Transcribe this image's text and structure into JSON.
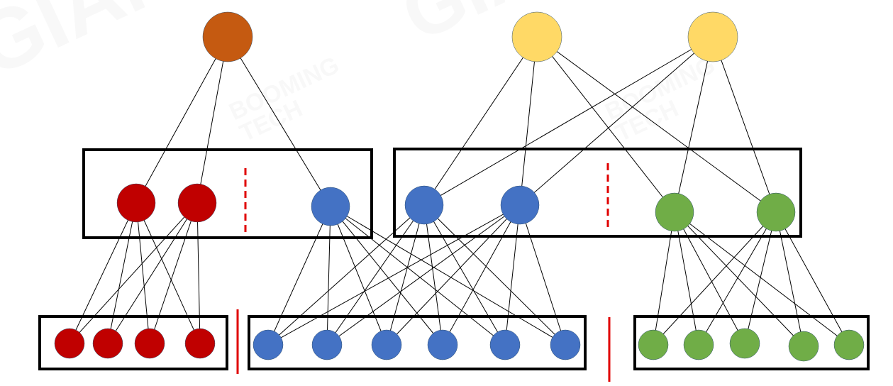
{
  "watermark": {
    "brand": "GIANT",
    "line1": "BOOMING",
    "line2": "TECH"
  },
  "colors": {
    "orange": "#C55A11",
    "yellow": "#FFD966",
    "red": "#C00000",
    "blue": "#4472C4",
    "green": "#70AD47",
    "edge": "#000000",
    "divider": "#E00000",
    "box": "#000000"
  },
  "diagram": {
    "type": "multi-level network / tree diagram",
    "levels": [
      {
        "level": "top",
        "nodes": [
          "orange-root",
          "yellow-root-1",
          "yellow-root-2"
        ]
      },
      {
        "level": "middle",
        "groups": [
          {
            "nodes": [
              "red-mid-1",
              "red-mid-2",
              "blue-mid-1"
            ]
          },
          {
            "nodes": [
              "blue-mid-2",
              "blue-mid-3",
              "green-mid-1",
              "green-mid-2"
            ]
          }
        ]
      },
      {
        "level": "bottom",
        "groups": [
          {
            "nodes": [
              "red-leaf-1",
              "red-leaf-2",
              "red-leaf-3",
              "red-leaf-4"
            ]
          },
          {
            "nodes": [
              "blue-leaf-1",
              "blue-leaf-2",
              "blue-leaf-3",
              "blue-leaf-4",
              "blue-leaf-5",
              "blue-leaf-6"
            ]
          },
          {
            "nodes": [
              "green-leaf-1",
              "green-leaf-2",
              "green-leaf-3",
              "green-leaf-4",
              "green-leaf-5"
            ]
          }
        ]
      }
    ]
  }
}
